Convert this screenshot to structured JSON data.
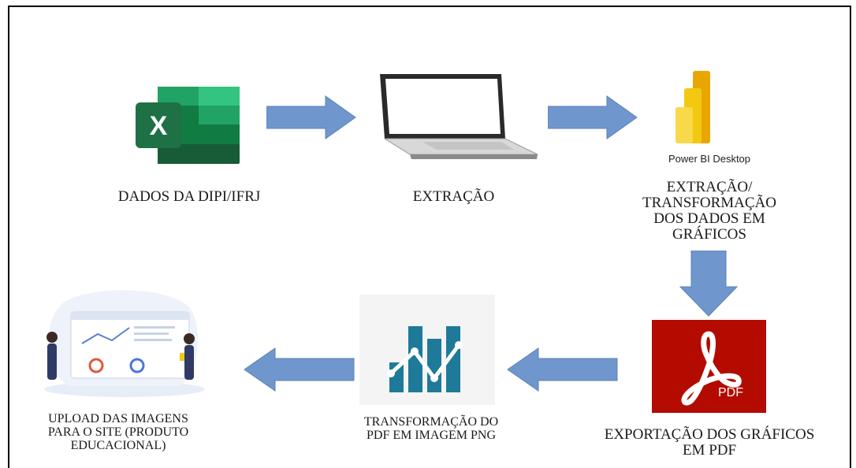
{
  "nodes": {
    "excel": {
      "label": "DADOS DA DIPI/IFRJ"
    },
    "laptop": {
      "label": "EXTRAÇÃO"
    },
    "powerbi": {
      "logo_caption": "Power BI Desktop",
      "label_lines": [
        "EXTRAÇÃO/",
        "TRANSFORMAÇÃO",
        "DOS DADOS EM",
        "GRÁFICOS"
      ]
    },
    "pdf": {
      "logo_caption": "PDF",
      "label_lines": [
        "EXPORTAÇÃO DOS GRÁFICOS",
        "EM PDF"
      ]
    },
    "chart": {
      "label_lines": [
        "TRANSFORMAÇÃO DO",
        "PDF EM IMAGEM PNG"
      ]
    },
    "upload": {
      "label_lines": [
        "UPLOAD DAS IMAGENS",
        "PARA O SITE (PRODUTO",
        "EDUCACIONAL)"
      ]
    }
  },
  "icons": {
    "excel": "excel-logo-icon",
    "laptop": "laptop-icon",
    "powerbi": "power-bi-logo-icon",
    "pdf": "pdf-logo-icon",
    "chart": "chart-icon",
    "upload": "people-dashboard-illustration-icon"
  },
  "colors": {
    "arrow": "#6f97cd",
    "excel_green": "#1e7145",
    "pdf_red": "#b30b00",
    "chart_teal": "#1f7a99",
    "powerbi_yellow": "#f2c811"
  }
}
